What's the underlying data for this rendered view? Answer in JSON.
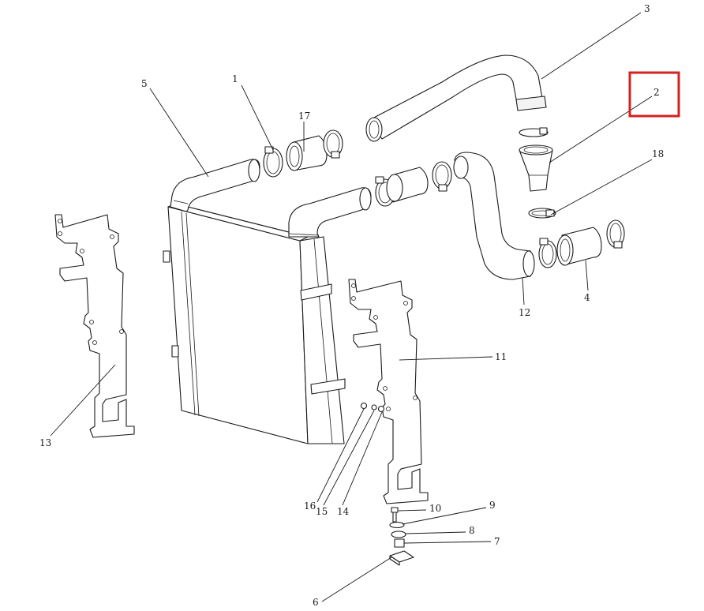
{
  "diagram": {
    "highlight_color": "#d42020",
    "highlighted_callout": "2",
    "callouts": [
      {
        "id": "c1",
        "label": "1"
      },
      {
        "id": "c2",
        "label": "2"
      },
      {
        "id": "c3",
        "label": "3"
      },
      {
        "id": "c4",
        "label": "4"
      },
      {
        "id": "c5",
        "label": "5"
      },
      {
        "id": "c6",
        "label": "6"
      },
      {
        "id": "c7",
        "label": "7"
      },
      {
        "id": "c8",
        "label": "8"
      },
      {
        "id": "c9",
        "label": "9"
      },
      {
        "id": "c10",
        "label": "10"
      },
      {
        "id": "c11",
        "label": "11"
      },
      {
        "id": "c12",
        "label": "12"
      },
      {
        "id": "c13",
        "label": "13"
      },
      {
        "id": "c14",
        "label": "14"
      },
      {
        "id": "c15",
        "label": "15"
      },
      {
        "id": "c16",
        "label": "16"
      },
      {
        "id": "c17",
        "label": "17"
      },
      {
        "id": "c18",
        "label": "18"
      }
    ]
  }
}
